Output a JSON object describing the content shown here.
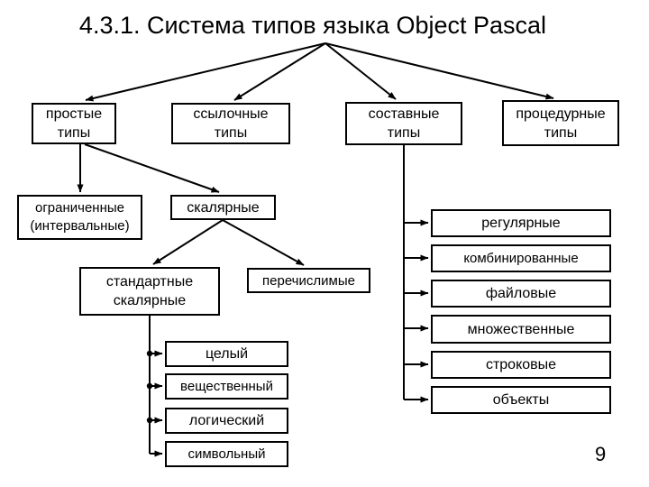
{
  "title": "4.3.1. Система типов языка Object Pascal",
  "page_number": "9",
  "colors": {
    "background": "#ffffff",
    "line": "#000000",
    "box_border": "#000000",
    "box_fill": "#ffffff",
    "text": "#000000"
  },
  "nodes": {
    "simple_types": {
      "line1": "простые",
      "line2": "типы"
    },
    "reference_types": {
      "line1": "ссылочные",
      "line2": "типы"
    },
    "composite_types": {
      "line1": "составные",
      "line2": "типы"
    },
    "procedural_types": {
      "line1": "процедурные",
      "line2": "типы"
    },
    "bounded": {
      "line1": "ограниченные",
      "line2": "(интервальные)"
    },
    "scalar": {
      "label": "скалярные"
    },
    "standard_scalar": {
      "line1": "стандартные",
      "line2": "скалярные"
    },
    "enumerable": {
      "label": "перечислимые"
    },
    "integer": {
      "label": "целый"
    },
    "real": {
      "label": "вещественный"
    },
    "logical": {
      "label": "логический"
    },
    "character": {
      "label": "символьный"
    },
    "regular": {
      "label": "регулярные"
    },
    "combined": {
      "label": "комбинированные"
    },
    "file": {
      "label": "файловые"
    },
    "set": {
      "label": "множественные"
    },
    "string": {
      "label": "строковые"
    },
    "objects": {
      "label": "объекты"
    }
  },
  "edges": [
    [
      "root",
      "simple_types"
    ],
    [
      "root",
      "reference_types"
    ],
    [
      "root",
      "composite_types"
    ],
    [
      "root",
      "procedural_types"
    ],
    [
      "simple_types",
      "bounded"
    ],
    [
      "simple_types",
      "scalar"
    ],
    [
      "scalar",
      "standard_scalar"
    ],
    [
      "scalar",
      "enumerable"
    ],
    [
      "standard_scalar",
      "integer"
    ],
    [
      "standard_scalar",
      "real"
    ],
    [
      "standard_scalar",
      "logical"
    ],
    [
      "standard_scalar",
      "character"
    ],
    [
      "composite_types",
      "regular"
    ],
    [
      "composite_types",
      "combined"
    ],
    [
      "composite_types",
      "file"
    ],
    [
      "composite_types",
      "set"
    ],
    [
      "composite_types",
      "string"
    ],
    [
      "composite_types",
      "objects"
    ]
  ]
}
